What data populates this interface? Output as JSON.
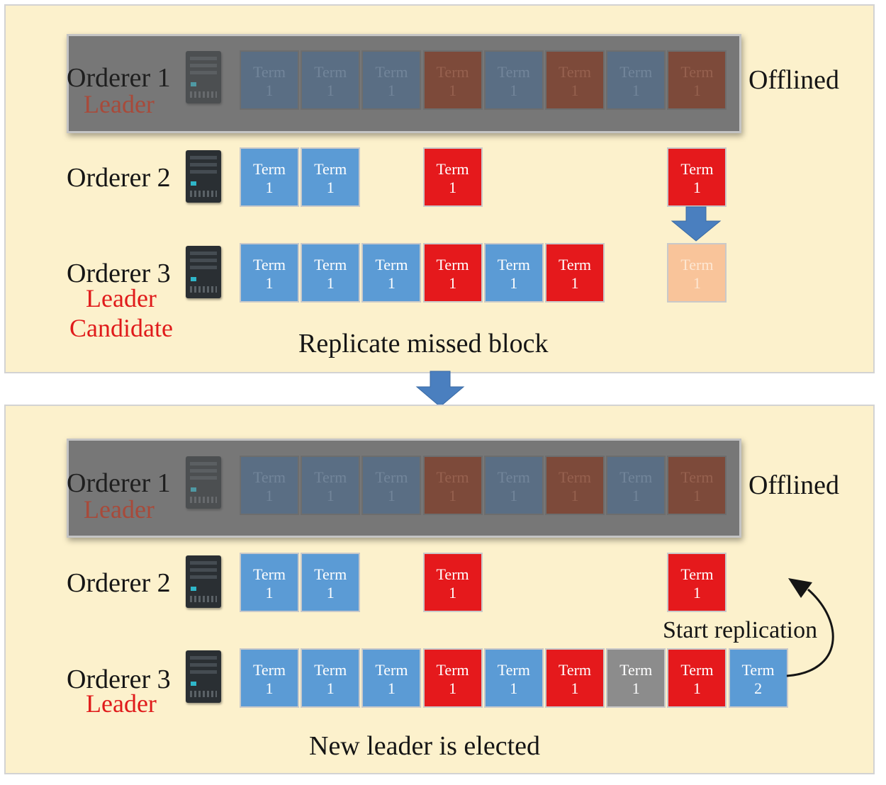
{
  "top_panel": {
    "orderer1": {
      "name": "Orderer 1",
      "role": "Leader",
      "status": "Offlined",
      "blocks": [
        {
          "label": "Term",
          "term": "1",
          "color": "blue"
        },
        {
          "label": "Term",
          "term": "1",
          "color": "blue"
        },
        {
          "label": "Term",
          "term": "1",
          "color": "blue"
        },
        {
          "label": "Term",
          "term": "1",
          "color": "red"
        },
        {
          "label": "Term",
          "term": "1",
          "color": "blue"
        },
        {
          "label": "Term",
          "term": "1",
          "color": "red"
        },
        {
          "label": "Term",
          "term": "1",
          "color": "blue"
        },
        {
          "label": "Term",
          "term": "1",
          "color": "red"
        }
      ]
    },
    "orderer2": {
      "name": "Orderer 2",
      "blocks": [
        {
          "label": "Term",
          "term": "1",
          "color": "blue"
        },
        {
          "label": "Term",
          "term": "1",
          "color": "blue"
        },
        {
          "label": "Term",
          "term": "1",
          "color": "red"
        },
        {
          "label": "Term",
          "term": "1",
          "color": "red"
        }
      ]
    },
    "orderer3": {
      "name": "Orderer 3",
      "role_line1": "Leader",
      "role_line2": "Candidate",
      "blocks": [
        {
          "label": "Term",
          "term": "1",
          "color": "blue"
        },
        {
          "label": "Term",
          "term": "1",
          "color": "blue"
        },
        {
          "label": "Term",
          "term": "1",
          "color": "blue"
        },
        {
          "label": "Term",
          "term": "1",
          "color": "red"
        },
        {
          "label": "Term",
          "term": "1",
          "color": "blue"
        },
        {
          "label": "Term",
          "term": "1",
          "color": "red"
        }
      ],
      "replicated_block": {
        "label": "Term",
        "term": "1",
        "color": "peach"
      }
    },
    "caption": "Replicate missed block"
  },
  "bottom_panel": {
    "orderer1": {
      "name": "Orderer 1",
      "role": "Leader",
      "status": "Offlined",
      "blocks": [
        {
          "label": "Term",
          "term": "1",
          "color": "blue"
        },
        {
          "label": "Term",
          "term": "1",
          "color": "blue"
        },
        {
          "label": "Term",
          "term": "1",
          "color": "blue"
        },
        {
          "label": "Term",
          "term": "1",
          "color": "red"
        },
        {
          "label": "Term",
          "term": "1",
          "color": "blue"
        },
        {
          "label": "Term",
          "term": "1",
          "color": "red"
        },
        {
          "label": "Term",
          "term": "1",
          "color": "blue"
        },
        {
          "label": "Term",
          "term": "1",
          "color": "red"
        }
      ]
    },
    "orderer2": {
      "name": "Orderer 2",
      "blocks": [
        {
          "label": "Term",
          "term": "1",
          "color": "blue"
        },
        {
          "label": "Term",
          "term": "1",
          "color": "blue"
        },
        {
          "label": "Term",
          "term": "1",
          "color": "red"
        },
        {
          "label": "Term",
          "term": "1",
          "color": "red"
        }
      ]
    },
    "orderer3": {
      "name": "Orderer 3",
      "role": "Leader",
      "blocks": [
        {
          "label": "Term",
          "term": "1",
          "color": "blue"
        },
        {
          "label": "Term",
          "term": "1",
          "color": "blue"
        },
        {
          "label": "Term",
          "term": "1",
          "color": "blue"
        },
        {
          "label": "Term",
          "term": "1",
          "color": "red"
        },
        {
          "label": "Term",
          "term": "1",
          "color": "blue"
        },
        {
          "label": "Term",
          "term": "1",
          "color": "red"
        },
        {
          "label": "Term",
          "term": "1",
          "color": "gray"
        },
        {
          "label": "Term",
          "term": "1",
          "color": "red"
        },
        {
          "label": "Term",
          "term": "2",
          "color": "blue"
        }
      ]
    },
    "replication_label": "Start replication",
    "caption": "New leader is elected"
  },
  "colors": {
    "panel_bg": "#fcf1cc",
    "block_blue": "#5b9bd5",
    "block_red": "#e5191c",
    "block_gray": "#8c8c8c",
    "block_peach": "#f9c49a",
    "arrow_blue": "#4a7fbf",
    "role_red": "#e01b1b"
  },
  "icons": [
    "server-icon",
    "down-arrow-icon",
    "curved-arrow-icon"
  ]
}
